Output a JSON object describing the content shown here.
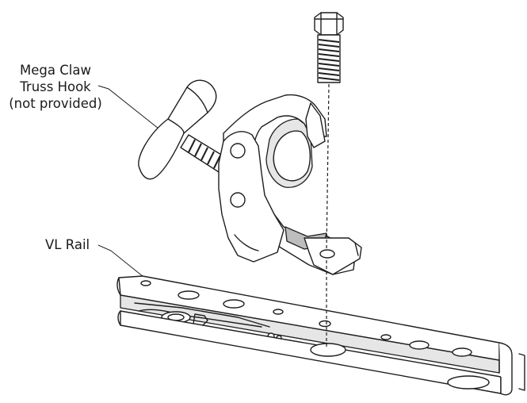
{
  "labels": {
    "truss_hook": {
      "line1": "Mega Claw",
      "line2": "Truss Hook",
      "line3": "(not provided)"
    },
    "rail": "VL Rail"
  }
}
